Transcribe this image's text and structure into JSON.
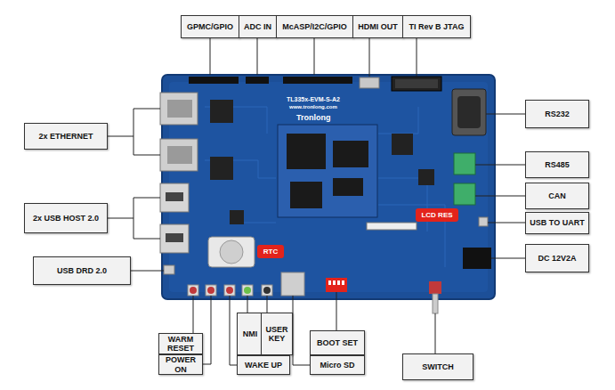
{
  "diagram": {
    "nodes": [
      {
        "text": [
          "GPMC/GPIO"
        ]
      },
      {
        "text": [
          "ADC IN"
        ]
      },
      {
        "text": [
          "McASP/I2C/GPIO"
        ]
      },
      {
        "text": [
          "HDMI OUT"
        ]
      },
      {
        "text": [
          "TI Rev B JTAG"
        ]
      },
      {
        "text": [
          "2x ETHERNET"
        ]
      },
      {
        "text": [
          "RS232"
        ]
      },
      {
        "text": [
          "RS485"
        ]
      },
      {
        "text": [
          "CAN"
        ]
      },
      {
        "text": [
          "LCD RES"
        ]
      },
      {
        "text": [
          "USB TO UART"
        ]
      },
      {
        "text": [
          "2x USB HOST 2.0"
        ]
      },
      {
        "text": [
          "RTC"
        ]
      },
      {
        "text": [
          "DC 12V2A"
        ]
      },
      {
        "text": [
          "USB DRD 2.0"
        ]
      },
      {
        "text": [
          "NMI"
        ]
      },
      {
        "text": [
          "USER KEY"
        ]
      },
      {
        "text": [
          "BOOT SET"
        ]
      },
      {
        "text": [
          "WARM RESET"
        ]
      },
      {
        "text": [
          "POWER ON"
        ]
      },
      {
        "text": [
          "WAKE UP"
        ]
      },
      {
        "text": [
          "Micro SD"
        ]
      },
      {
        "text": [
          "SWITCH"
        ]
      }
    ],
    "labels": [
      "Tronlong",
      "TL335x-EVM-S-A2",
      "www.tronlong.com"
    ]
  }
}
